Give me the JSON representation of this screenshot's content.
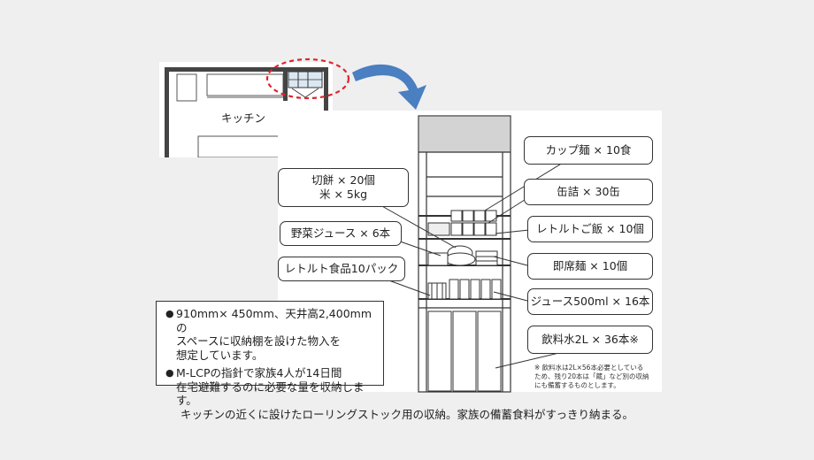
{
  "plan": {
    "room_label": "キッチン"
  },
  "callouts": {
    "mochi": "切餅 × 20個",
    "rice": "米 × 5kg",
    "vegetable_juice": "野菜ジュース × 6本",
    "retort_food": "レトルト食品10パック",
    "cup_noodles": "カップ麺 × 10食",
    "canned": "缶詰 × 30缶",
    "retort_rice": "レトルトご飯 × 10個",
    "instant_noodles": "即席麺 × 10個",
    "juice": "ジュース500ml × 16本",
    "water": "飲料水2L × 36本※"
  },
  "notes": [
    {
      "bullet": "●",
      "lines": [
        "910mm× 450mm、天井高2,400mmの",
        "スペースに収納棚を設けた物入を",
        "想定しています。"
      ]
    },
    {
      "bullet": "●",
      "lines": [
        "M-LCPの指針で家族4人が14日間",
        "在宅避難するのに必要な量を収納します。"
      ]
    }
  ],
  "footnote": [
    "※ 飲料水は2L×56本必要としている",
    "ため、残り20本は「蔵」など別の収納",
    "にも備蓄するものとします。"
  ],
  "caption": "キッチンの近くに設けたローリングストック用の収納。家族の備蓄食料がすっきり納まる。",
  "colors": {
    "highlight_ring": "#e0242c",
    "arrow": "#4a7fc1",
    "shelf_top": "#d3d3d3",
    "line": "#333333"
  }
}
